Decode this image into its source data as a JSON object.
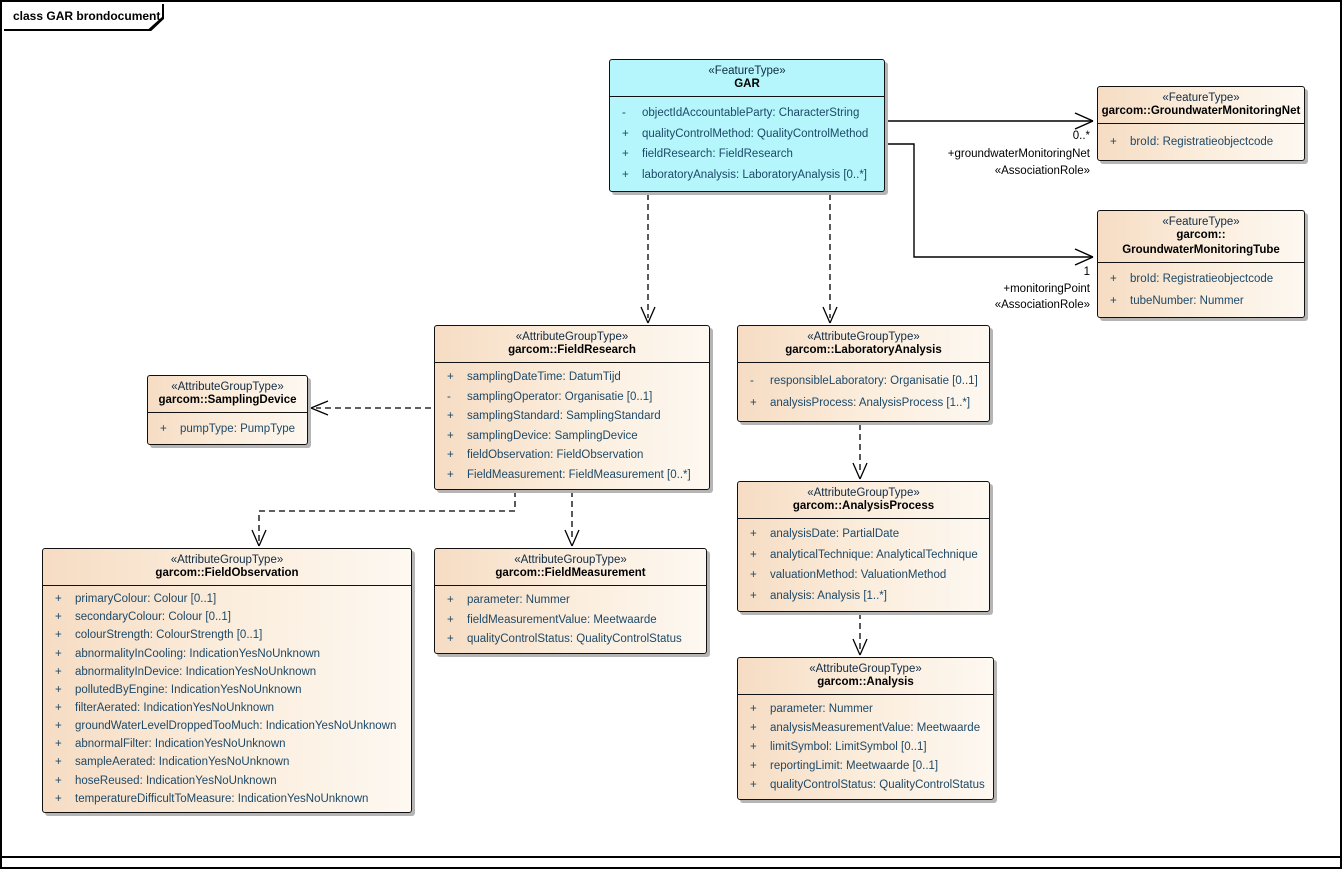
{
  "frame": {
    "title": "class GAR brondocument"
  },
  "colors": {
    "feature_fill": "#b4f6fb",
    "group_fill_left": "#f6dcc3",
    "group_fill_right": "#fdf8f1",
    "attribute_text": "#1d4968",
    "line": "#000000"
  },
  "classes": [
    {
      "id": "gar",
      "stereotype": "«FeatureType»",
      "name_lines": [
        "GAR"
      ],
      "attributes": [
        {
          "vis": "-",
          "text": "objectIdAccountableParty: CharacterString"
        },
        {
          "vis": "+",
          "text": "qualityControlMethod: QualityControlMethod"
        },
        {
          "vis": "+",
          "text": "fieldResearch: FieldResearch"
        },
        {
          "vis": "+",
          "text": "laboratoryAnalysis: LaboratoryAnalysis [0..*]"
        }
      ]
    },
    {
      "id": "net",
      "stereotype": "«FeatureType»",
      "name_lines": [
        "garcom::GroundwaterMonitoringNet"
      ],
      "attributes": [
        {
          "vis": "+",
          "text": "broId: Registratieobjectcode"
        }
      ]
    },
    {
      "id": "tube",
      "stereotype": "«FeatureType»",
      "name_lines": [
        "garcom::",
        "GroundwaterMonitoringTube"
      ],
      "attributes": [
        {
          "vis": "+",
          "text": "broId: Registratieobjectcode"
        },
        {
          "vis": "+",
          "text": "tubeNumber: Nummer"
        }
      ]
    },
    {
      "id": "field-research",
      "stereotype": "«AttributeGroupType»",
      "name_lines": [
        "garcom::FieldResearch"
      ],
      "attributes": [
        {
          "vis": "+",
          "text": "samplingDateTime: DatumTijd"
        },
        {
          "vis": "-",
          "text": "samplingOperator: Organisatie [0..1]"
        },
        {
          "vis": "+",
          "text": "samplingStandard: SamplingStandard"
        },
        {
          "vis": "+",
          "text": "samplingDevice: SamplingDevice"
        },
        {
          "vis": "+",
          "text": "fieldObservation: FieldObservation"
        },
        {
          "vis": "+",
          "text": "FieldMeasurement: FieldMeasurement [0..*]"
        }
      ]
    },
    {
      "id": "laboratory-analysis",
      "stereotype": "«AttributeGroupType»",
      "name_lines": [
        "garcom::LaboratoryAnalysis"
      ],
      "attributes": [
        {
          "vis": "-",
          "text": "responsibleLaboratory: Organisatie [0..1]"
        },
        {
          "vis": "+",
          "text": "analysisProcess: AnalysisProcess [1..*]"
        }
      ]
    },
    {
      "id": "sampling-device",
      "stereotype": "«AttributeGroupType»",
      "name_lines": [
        "garcom::SamplingDevice"
      ],
      "attributes": [
        {
          "vis": "+",
          "text": "pumpType: PumpType"
        }
      ]
    },
    {
      "id": "analysis-process",
      "stereotype": "«AttributeGroupType»",
      "name_lines": [
        "garcom::AnalysisProcess"
      ],
      "attributes": [
        {
          "vis": "+",
          "text": "analysisDate: PartialDate"
        },
        {
          "vis": "+",
          "text": "analyticalTechnique: AnalyticalTechnique"
        },
        {
          "vis": "+",
          "text": "valuationMethod: ValuationMethod"
        },
        {
          "vis": "+",
          "text": "analysis: Analysis [1..*]"
        }
      ]
    },
    {
      "id": "field-observation",
      "stereotype": "«AttributeGroupType»",
      "name_lines": [
        "garcom::FieldObservation"
      ],
      "attributes": [
        {
          "vis": "+",
          "text": "primaryColour: Colour [0..1]"
        },
        {
          "vis": "+",
          "text": "secondaryColour: Colour [0..1]"
        },
        {
          "vis": "+",
          "text": "colourStrength: ColourStrength [0..1]"
        },
        {
          "vis": "+",
          "text": "abnormalityInCooling: IndicationYesNoUnknown"
        },
        {
          "vis": "+",
          "text": "abnormalityInDevice: IndicationYesNoUnknown"
        },
        {
          "vis": "+",
          "text": "pollutedByEngine: IndicationYesNoUnknown"
        },
        {
          "vis": "+",
          "text": "filterAerated: IndicationYesNoUnknown"
        },
        {
          "vis": "+",
          "text": "groundWaterLevelDroppedTooMuch: IndicationYesNoUnknown"
        },
        {
          "vis": "+",
          "text": "abnormalFilter: IndicationYesNoUnknown"
        },
        {
          "vis": "+",
          "text": "sampleAerated: IndicationYesNoUnknown"
        },
        {
          "vis": "+",
          "text": "temperatureDifficultToMeasure: IndicationYesNoUnknown"
        }
      ]
    },
    {
      "id": "field-measurement",
      "stereotype": "«AttributeGroupType»",
      "name_lines": [
        "garcom::FieldMeasurement"
      ],
      "attributes": [
        {
          "vis": "+",
          "text": "parameter: Nummer"
        },
        {
          "vis": "+",
          "text": "fieldMeasurementValue: Meetwaarde"
        },
        {
          "vis": "+",
          "text": "qualityControlStatus: QualityControlStatus"
        }
      ]
    },
    {
      "id": "analysis",
      "stereotype": "«AttributeGroupType»",
      "name_lines": [
        "garcom::Analysis"
      ],
      "attributes": [
        {
          "vis": "+",
          "text": "parameter: Nummer"
        },
        {
          "vis": "+",
          "text": "analysisMeasurementValue: Meetwaarde"
        },
        {
          "vis": "+",
          "text": "limitSymbol: LimitSymbol [0..1]"
        },
        {
          "vis": "+",
          "text": "reportingLimit: Meetwaarde [0..1]"
        },
        {
          "vis": "+",
          "text": "qualityControlStatus: QualityControlStatus"
        }
      ]
    }
  ],
  "field_observation_extra_rows": [
    {
      "vis": "+",
      "text": "hoseReused: IndicationYesNoUnknown"
    }
  ],
  "associations": {
    "net": {
      "multiplicity": "0..*",
      "role": "+groundwaterMonitoringNet",
      "stereotype": "«AssociationRole»"
    },
    "tube": {
      "multiplicity": "1",
      "role": "+monitoringPoint",
      "stereotype": "«AssociationRole»"
    }
  }
}
